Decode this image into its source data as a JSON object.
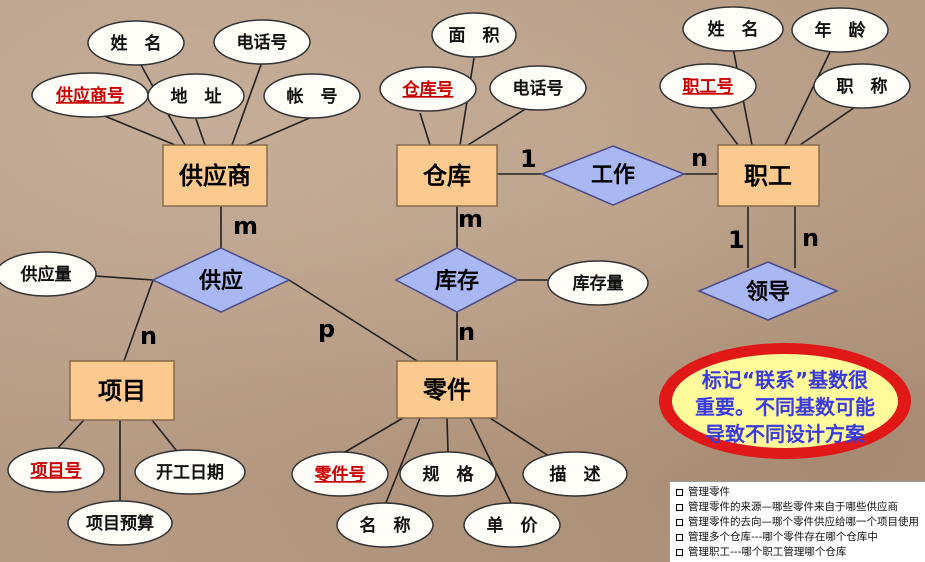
{
  "entities": {
    "supplier": "供应商",
    "warehouse": "仓库",
    "employee": "职工",
    "project": "项目",
    "part": "零件"
  },
  "relationships": {
    "supply": "供应",
    "work": "工作",
    "stock": "库存",
    "lead": "领导"
  },
  "attributes": {
    "supplier_name": "姓　名",
    "supplier_phone": "电话号",
    "supplier_id": "供应商号",
    "supplier_address": "地　址",
    "supplier_account": "帐　号",
    "warehouse_area": "面　积",
    "warehouse_id": "仓库号",
    "warehouse_phone": "电话号",
    "employee_name": "姓　名",
    "employee_age": "年　龄",
    "employee_id": "职工号",
    "employee_title": "职　称",
    "supply_quantity": "供应量",
    "stock_quantity": "库存量",
    "project_id": "项目号",
    "project_start": "开工日期",
    "project_budget": "项目预算",
    "part_id": "零件号",
    "part_spec": "规　格",
    "part_desc": "描　述",
    "part_name": "名　称",
    "part_price": "单　价"
  },
  "cardinalities": {
    "supplier_supply": "m",
    "supply_project": "n",
    "supply_part": "p",
    "warehouse_work": "1",
    "work_employee": "n",
    "warehouse_stock": "m",
    "stock_part": "n",
    "lead_one": "1",
    "lead_many": "n"
  },
  "note": {
    "line1": "标记“联系”基数很",
    "line2": "重要。不同基数可能",
    "line3": "导致不同设计方案"
  },
  "requirements": [
    "管理零件",
    "管理零件的来源—哪些零件来自于哪些供应商",
    "管理零件的去向—哪个零件供应给哪一个项目使用",
    "管理多个仓库---哪个零件存在哪个仓库中",
    "管理职工---哪个职工管理哪个仓库"
  ],
  "colors": {
    "entity_fill": "#fcc98e",
    "relationship_fill": "#a9b8f2",
    "key_text": "#c80000",
    "note_border": "#e01818",
    "note_fill": "#fffb9a",
    "note_text": "#3a3ae0"
  }
}
